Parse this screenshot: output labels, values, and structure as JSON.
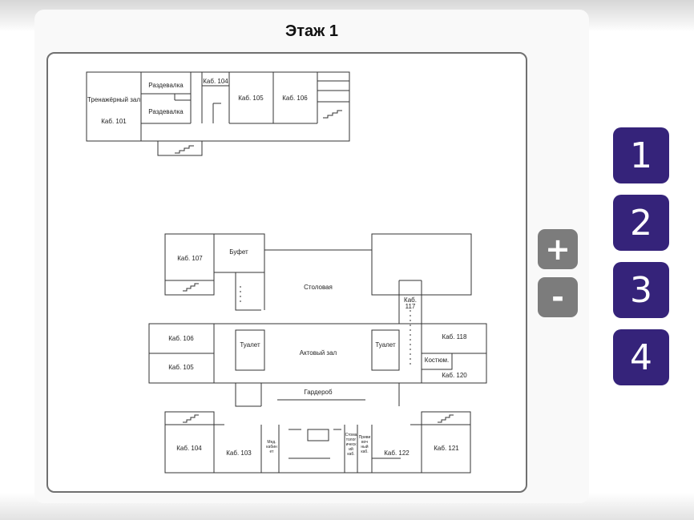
{
  "floor_title": "Этаж 1",
  "zoom": {
    "plus_label": "+",
    "minus_label": "-"
  },
  "floors": [
    {
      "label": "1"
    },
    {
      "label": "2"
    },
    {
      "label": "3"
    },
    {
      "label": "4"
    }
  ],
  "rooms": {
    "gym": "Тренажёрный зал",
    "r101": "Каб. 101",
    "locker1": "Раздевалка",
    "locker2": "Раздевалка",
    "r104a": "Каб. 104",
    "r105a": "Каб. 105",
    "r106a": "Каб. 106",
    "r107": "Каб. 107",
    "buffet": "Буфет",
    "canteen": "Столовая",
    "r117a": "Каб.",
    "r117b": "117",
    "r106": "Каб. 106",
    "r105": "Каб. 105",
    "toilet1": "Туалет",
    "assembly": "Актовый зал",
    "toilet2": "Туалет",
    "r118": "Каб. 118",
    "costume": "Костюм.",
    "r120": "Каб. 120",
    "wardrobe": "Гардероб",
    "r104": "Каб. 104",
    "r103": "Каб. 103",
    "med1": "Мед.",
    "med2": "кабин",
    "med3": "ет",
    "dent1": "Стома",
    "dent2": "толог",
    "dent3": "ическ",
    "dent4": "ий",
    "dent5": "каб.",
    "proc1": "Приви",
    "proc2": "воч",
    "proc3": "ный",
    "proc4": "каб.",
    "r122": "Каб. 122",
    "r121": "Каб. 121"
  }
}
